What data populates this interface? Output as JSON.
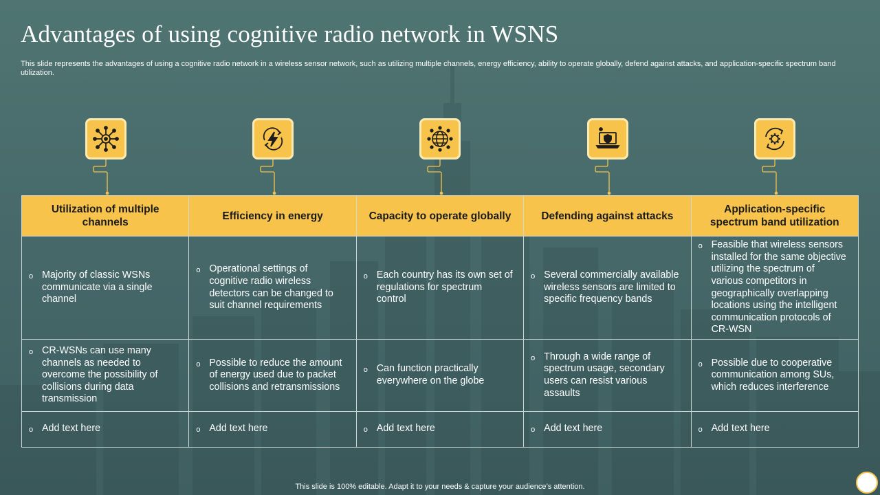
{
  "slide": {
    "title": "Advantages of using cognitive radio network in WSNS",
    "subtitle": "This slide represents the advantages of using a cognitive radio network in a wireless sensor network, such as utilizing multiple channels, energy efficiency, ability to operate globally, defend against attacks, and application-specific spectrum band utilization.",
    "footer": "This slide is 100% editable. Adapt it to your needs & capture your audience’s attention."
  },
  "colors": {
    "accent": "#f7c34a",
    "background": "#47696a",
    "grid": "#cfd8d6"
  },
  "columns": [
    {
      "icon": "network-hub-icon",
      "header": "Utilization of multiple channels",
      "row1": "Majority of classic WSNs communicate via a single channel",
      "row2": "CR-WSNs can use many channels as needed to overcome the possibility of collisions during data transmission",
      "row3": "Add text here"
    },
    {
      "icon": "energy-bolt-icon",
      "header": "Efficiency in energy",
      "row1": "Operational settings of cognitive radio wireless detectors can be changed to suit channel requirements",
      "row2": "Possible to reduce the amount of energy used due to packet collisions and retransmissions",
      "row3": "Add text here"
    },
    {
      "icon": "globe-network-icon",
      "header": "Capacity to operate globally",
      "row1": "Each country has its own set of regulations for spectrum control",
      "row2": "Can function practically everywhere on the globe",
      "row3": "Add text here"
    },
    {
      "icon": "shield-laptop-icon",
      "header": "Defending against attacks",
      "row1": "Several commercially available wireless sensors are limited to specific frequency bands",
      "row2": "Through a wide range of spectrum usage, secondary users can resist various assaults",
      "row3": "Add text here"
    },
    {
      "icon": "gear-cycle-icon",
      "header": "Application-specific spectrum band utilization",
      "row1": "Feasible that wireless sensors installed for the same objective utilizing the spectrum of various competitors in geographically overlapping locations using the intelligent communication protocols of CR-WSN",
      "row2": "Possible due to cooperative communication among SUs, which reduces interference",
      "row3": "Add text here"
    }
  ],
  "bullet_glyph": "o"
}
